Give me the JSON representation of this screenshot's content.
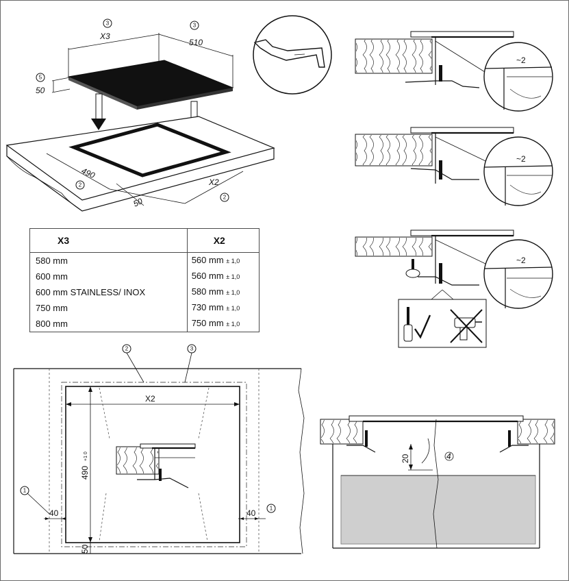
{
  "labels": {
    "x3": "X3",
    "x2": "X2",
    "d510": "510",
    "d50": "50",
    "d490": "490",
    "d50b": "50",
    "approx2": "~2",
    "d490_tol": "490",
    "tol_sup": "+1 0",
    "d40_left": "40",
    "d40_right": "40",
    "d50_bottom": "50",
    "d20": "20"
  },
  "markers": [
    "1",
    "2",
    "3",
    "4",
    "5"
  ],
  "table": {
    "headers": [
      "X3",
      "X2"
    ],
    "rows": [
      {
        "x3": "580 mm",
        "x2": "560 mm",
        "tol": "± 1,0"
      },
      {
        "x3": "600 mm",
        "x2": "560 mm",
        "tol": "± 1,0"
      },
      {
        "x3": "600 mm STAINLESS/ INOX",
        "x2": "580 mm",
        "tol": "± 1,0"
      },
      {
        "x3": "750 mm",
        "x2": "730 mm",
        "tol": "± 1,0"
      },
      {
        "x3": "800 mm",
        "x2": "750 mm",
        "tol": "± 1,0"
      }
    ]
  },
  "icons": [
    "screwdriver-icon",
    "checkmark-icon",
    "power-drill-crossed-icon"
  ]
}
